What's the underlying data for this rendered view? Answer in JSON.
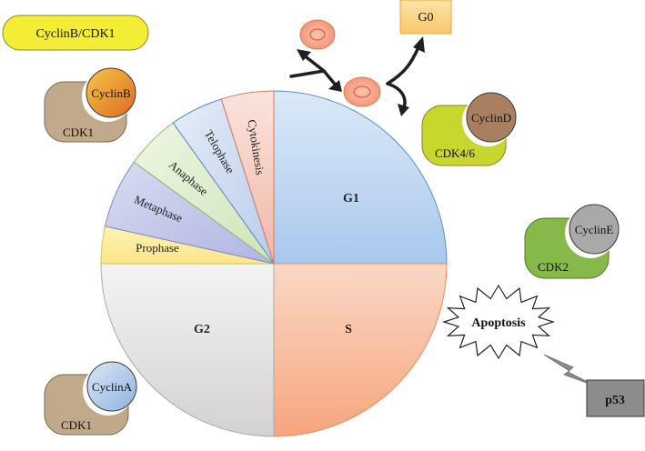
{
  "phases": {
    "g1": "G1",
    "s": "S",
    "g2": "G2",
    "prophase": "Prophase",
    "metaphase": "Metaphase",
    "anaphase": "Anaphase",
    "telophase": "Telophase",
    "cytokinesis": "Cytokinesis"
  },
  "states": {
    "g0": "G0"
  },
  "labels": {
    "cyclinb_cdk1": "CyclinB/CDK1",
    "apoptosis": "Apoptosis",
    "p53": "p53"
  },
  "complexes": {
    "b": {
      "cyclin": "CyclinB",
      "cdk": "CDK1"
    },
    "d": {
      "cyclin": "CyclinD",
      "cdk": "CDK4/6"
    },
    "e": {
      "cyclin": "CyclinE",
      "cdk": "CDK2"
    },
    "a": {
      "cyclin": "CyclinA",
      "cdk": "CDK1"
    }
  }
}
